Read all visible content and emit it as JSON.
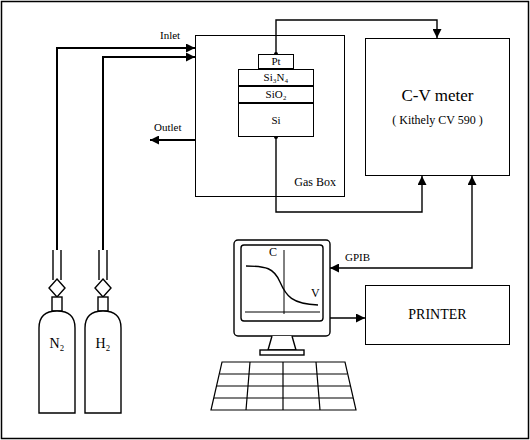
{
  "diagram": {
    "nodes": [
      {
        "text": [
          "Gas Box"
        ]
      },
      {
        "text": [
          "Pt"
        ],
        "in": 0
      },
      {
        "text": [
          "Si₃N₄"
        ],
        "in": 0
      },
      {
        "text": [
          "SiO₂"
        ],
        "in": 0
      },
      {
        "text": [
          "Si"
        ],
        "in": 0
      },
      {
        "text": [
          "C-V meter",
          "( Kithely CV 590 )"
        ]
      },
      {
        "text": [
          "N₂"
        ]
      },
      {
        "text": [
          "H₂"
        ]
      },
      {
        "text": [
          "C",
          "V"
        ]
      },
      {
        "text": [
          "PRINTER"
        ]
      }
    ],
    "edges": [
      {
        "from": 6,
        "to": 0,
        "arrow": "to"
      },
      {
        "from": 7,
        "to": 0,
        "arrow": "to"
      },
      {
        "from": 1,
        "to": 5,
        "arrow": "to"
      },
      {
        "from": 4,
        "to": 5,
        "arrow": "to"
      },
      {
        "from": 8,
        "to": 5,
        "label": "GPIB",
        "arrow": "both"
      },
      {
        "from": 8,
        "to": 9,
        "arrow": "to"
      }
    ],
    "labels": [
      "Inlet",
      "Outlet"
    ]
  }
}
